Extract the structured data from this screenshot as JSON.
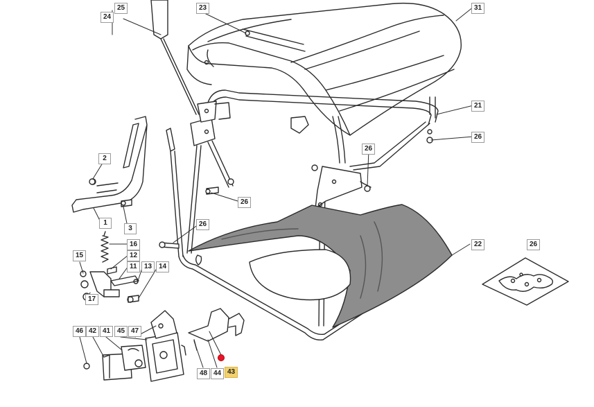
{
  "diagram": {
    "labels": [
      {
        "id": "p1",
        "text": "1"
      },
      {
        "id": "p2",
        "text": "2"
      },
      {
        "id": "p3",
        "text": "3"
      },
      {
        "id": "p11",
        "text": "11"
      },
      {
        "id": "p12",
        "text": "12"
      },
      {
        "id": "p13",
        "text": "13"
      },
      {
        "id": "p14",
        "text": "14"
      },
      {
        "id": "p15",
        "text": "15"
      },
      {
        "id": "p16",
        "text": "16"
      },
      {
        "id": "p17",
        "text": "17"
      },
      {
        "id": "p21",
        "text": "21"
      },
      {
        "id": "p22",
        "text": "22"
      },
      {
        "id": "p23",
        "text": "23"
      },
      {
        "id": "p24",
        "text": "24"
      },
      {
        "id": "p25",
        "text": "25"
      },
      {
        "id": "p26a",
        "text": "26"
      },
      {
        "id": "p26b",
        "text": "26"
      },
      {
        "id": "p26c",
        "text": "26"
      },
      {
        "id": "p26d",
        "text": "26"
      },
      {
        "id": "p26e",
        "text": "26"
      },
      {
        "id": "p31",
        "text": "31"
      },
      {
        "id": "p41",
        "text": "41"
      },
      {
        "id": "p42",
        "text": "42"
      },
      {
        "id": "p43",
        "text": "43",
        "highlighted": true
      },
      {
        "id": "p44",
        "text": "44"
      },
      {
        "id": "p45",
        "text": "45"
      },
      {
        "id": "p46",
        "text": "46"
      },
      {
        "id": "p47",
        "text": "47"
      },
      {
        "id": "p48",
        "text": "48"
      }
    ],
    "colors": {
      "line": "#2b2b2b",
      "bag_fill": "#8d8d8d",
      "highlight": "#f3d26b",
      "marker": "#e8142b"
    }
  }
}
